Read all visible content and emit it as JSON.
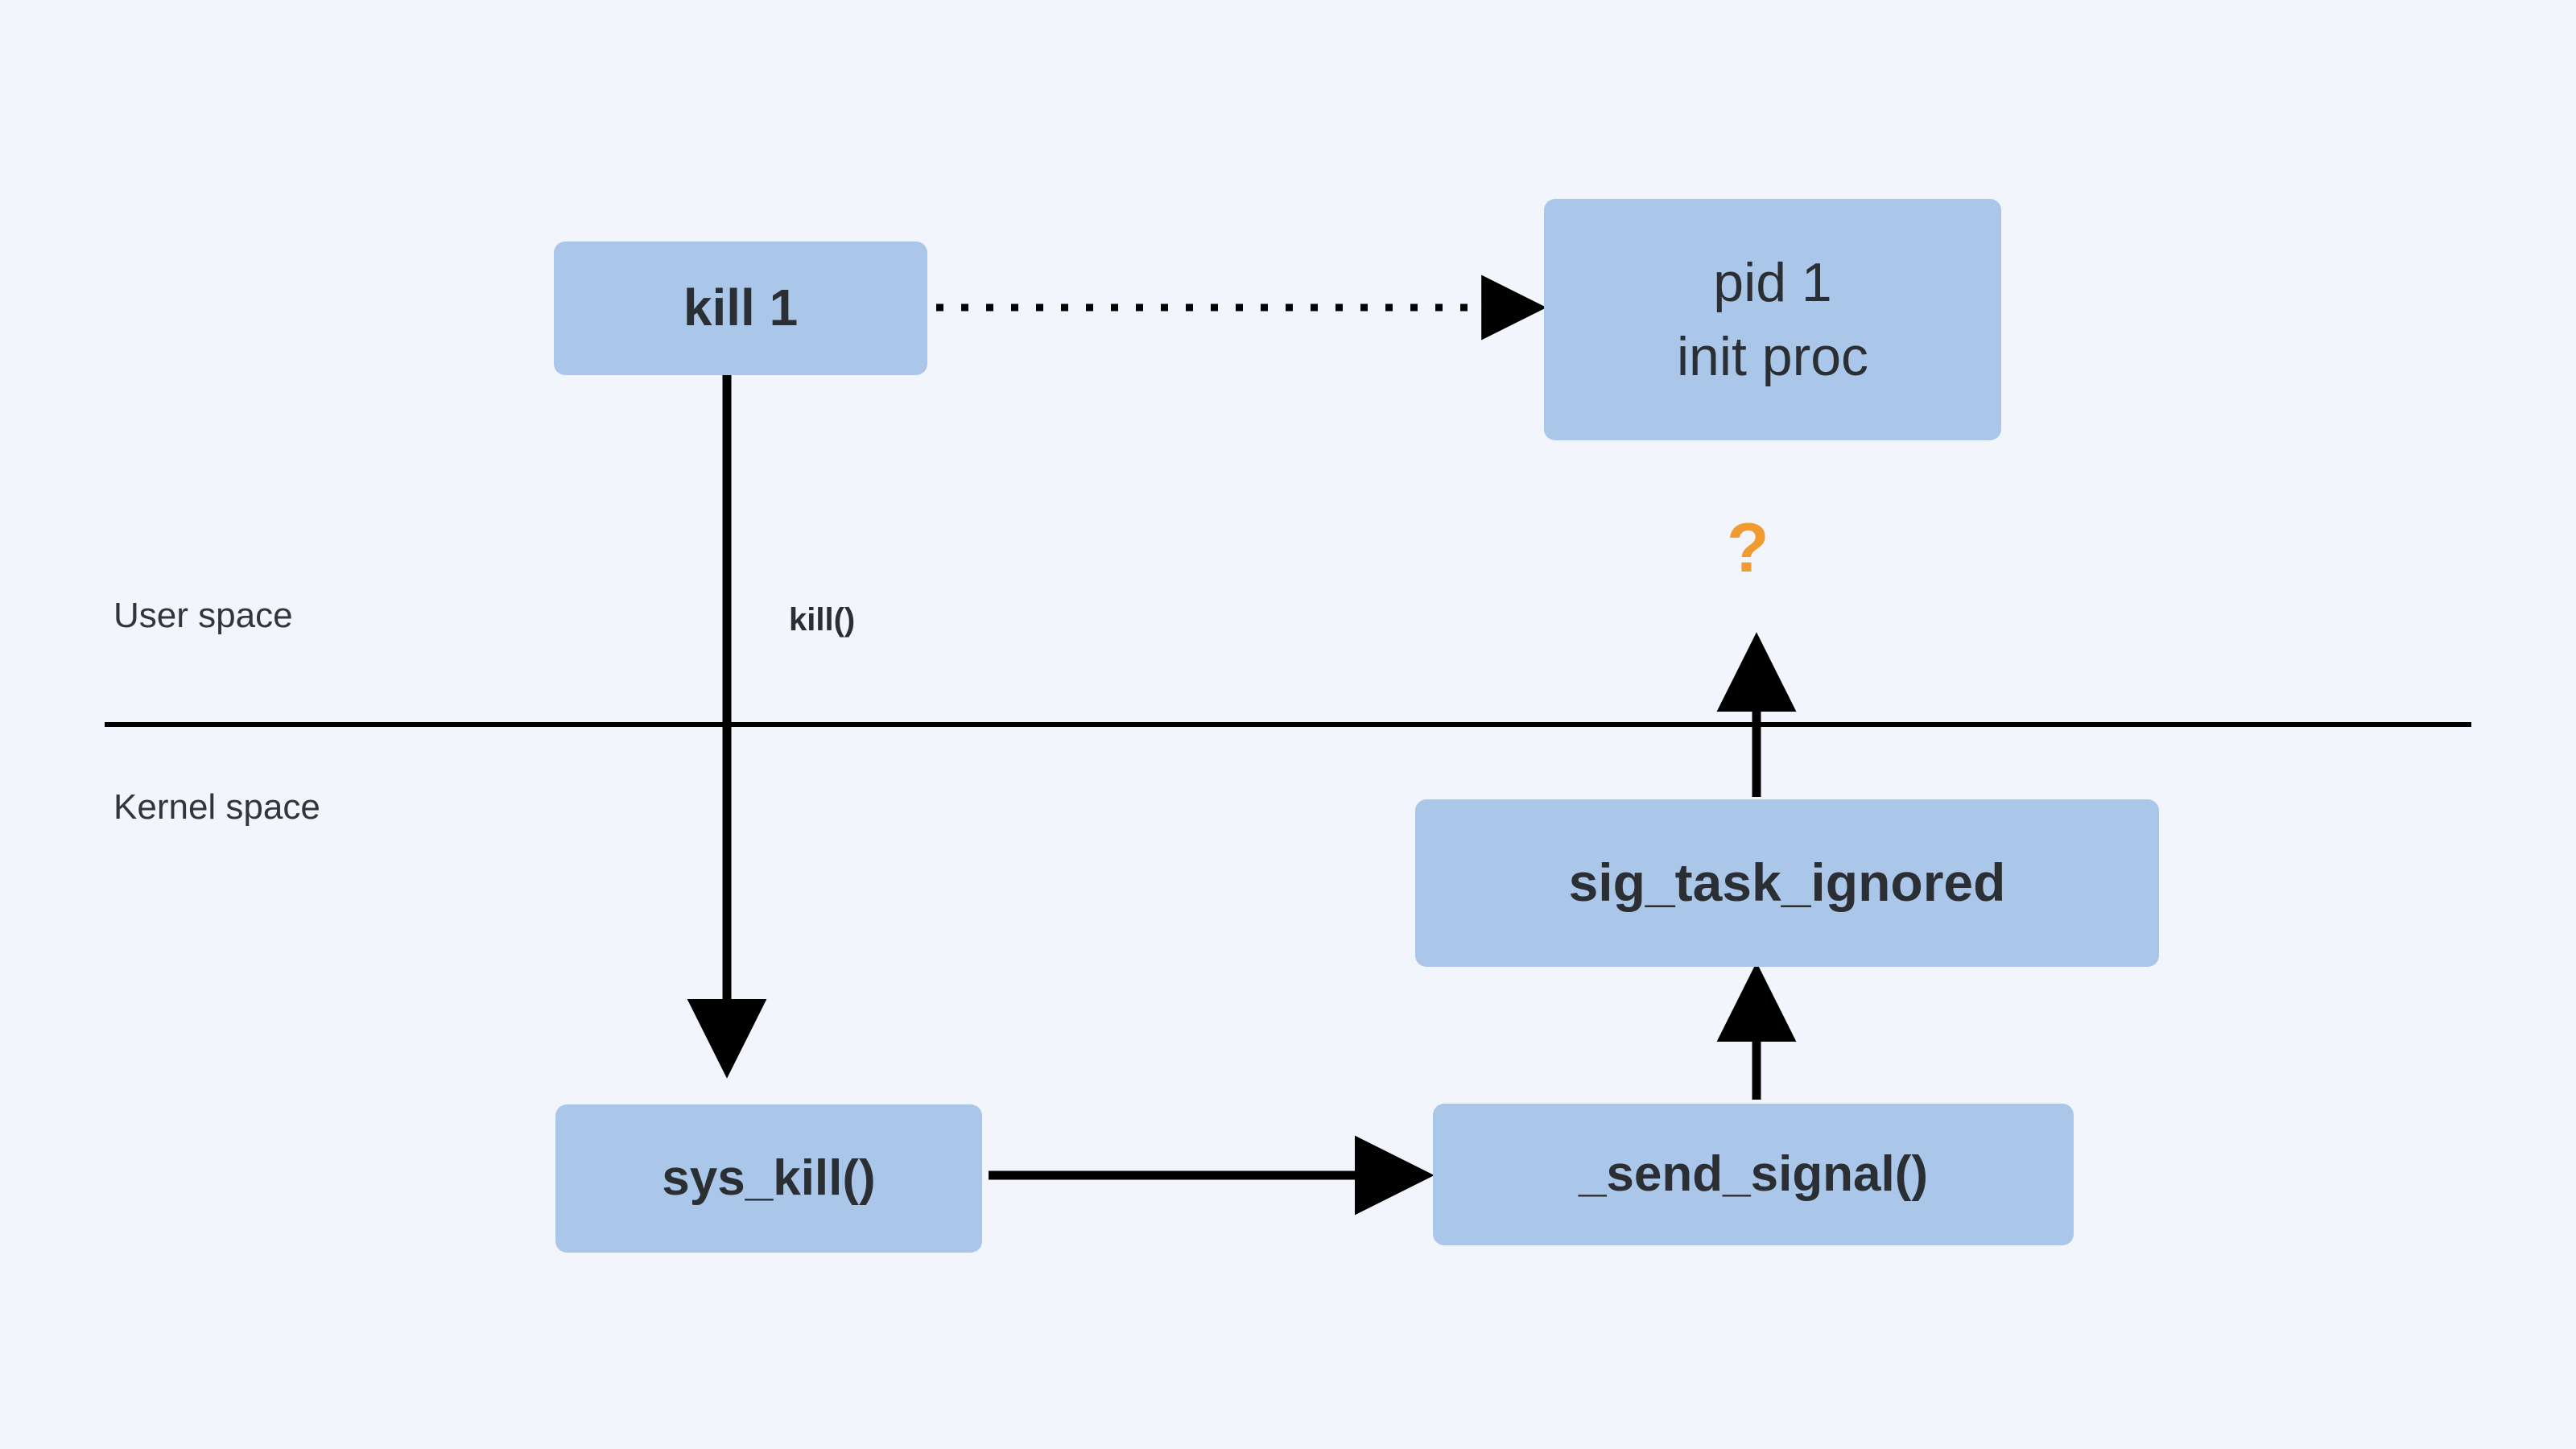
{
  "diagram": {
    "title_present": false,
    "background_color": "#f2f6fc",
    "node_fill_color": "#aac7ea",
    "text_color": "#2b2f33",
    "accent_color": "#ef9b32",
    "stroke_color": "#000000",
    "nodes": {
      "kill1": {
        "label": "kill 1"
      },
      "pid1": {
        "line1": "pid 1",
        "line2": "init proc"
      },
      "sig_task_ignored": {
        "label": "sig_task_ignored"
      },
      "sys_kill": {
        "label": "sys_kill()"
      },
      "send_signal": {
        "label": "_send_signal()"
      }
    },
    "labels": {
      "user_space": "User space",
      "kernel_space": "Kernel space",
      "kill_call": "kill()",
      "question_mark": "?"
    },
    "edges": [
      {
        "name": "kill1-to-pid1",
        "style": "dotted",
        "direction": "right"
      },
      {
        "name": "kill1-to-sys_kill",
        "style": "solid",
        "direction": "down",
        "label": "kill()"
      },
      {
        "name": "sys_kill-to-send_signal",
        "style": "solid",
        "direction": "right"
      },
      {
        "name": "send_signal-to-sig_task_ignored",
        "style": "solid",
        "direction": "up"
      },
      {
        "name": "sig_task_ignored-to-question",
        "style": "solid",
        "direction": "up"
      }
    ],
    "divider": {
      "name": "user-kernel-boundary",
      "style": "solid-horizontal"
    }
  }
}
